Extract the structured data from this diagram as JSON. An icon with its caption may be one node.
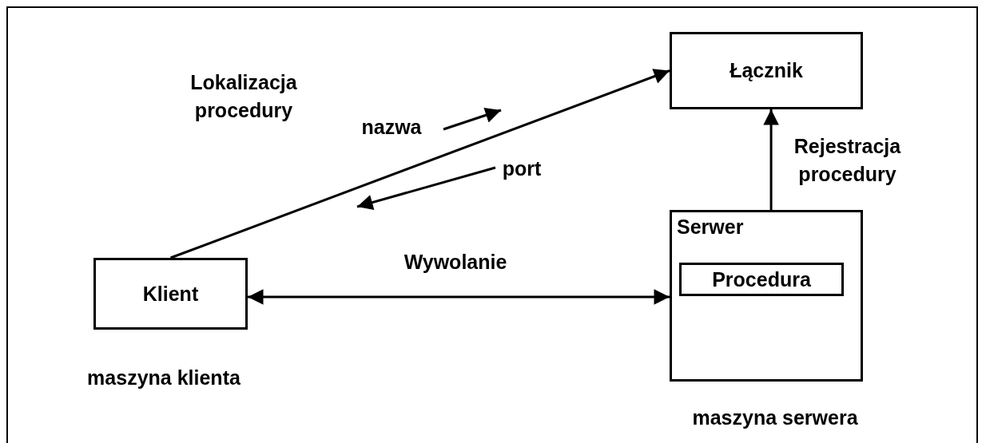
{
  "diagram": {
    "nodes": [
      {
        "text": [
          "Łącznik"
        ]
      },
      {
        "text": [
          "Klient"
        ]
      },
      {
        "text": [
          "Serwer"
        ]
      },
      {
        "text": [
          "Procedura"
        ],
        "in": 2
      }
    ],
    "edges": [
      {
        "from": 1,
        "to": 0,
        "arrow": "to"
      },
      {
        "from": 1,
        "to": 2,
        "arrow": "both",
        "label": "Wywolanie"
      },
      {
        "from": 2,
        "to": 0,
        "arrow": "to",
        "label": "Rejestracja procedury"
      }
    ],
    "labels": [
      "Lokalizacja procedury",
      "nazwa",
      "port",
      "maszyna klienta",
      "maszyna serwera"
    ]
  }
}
